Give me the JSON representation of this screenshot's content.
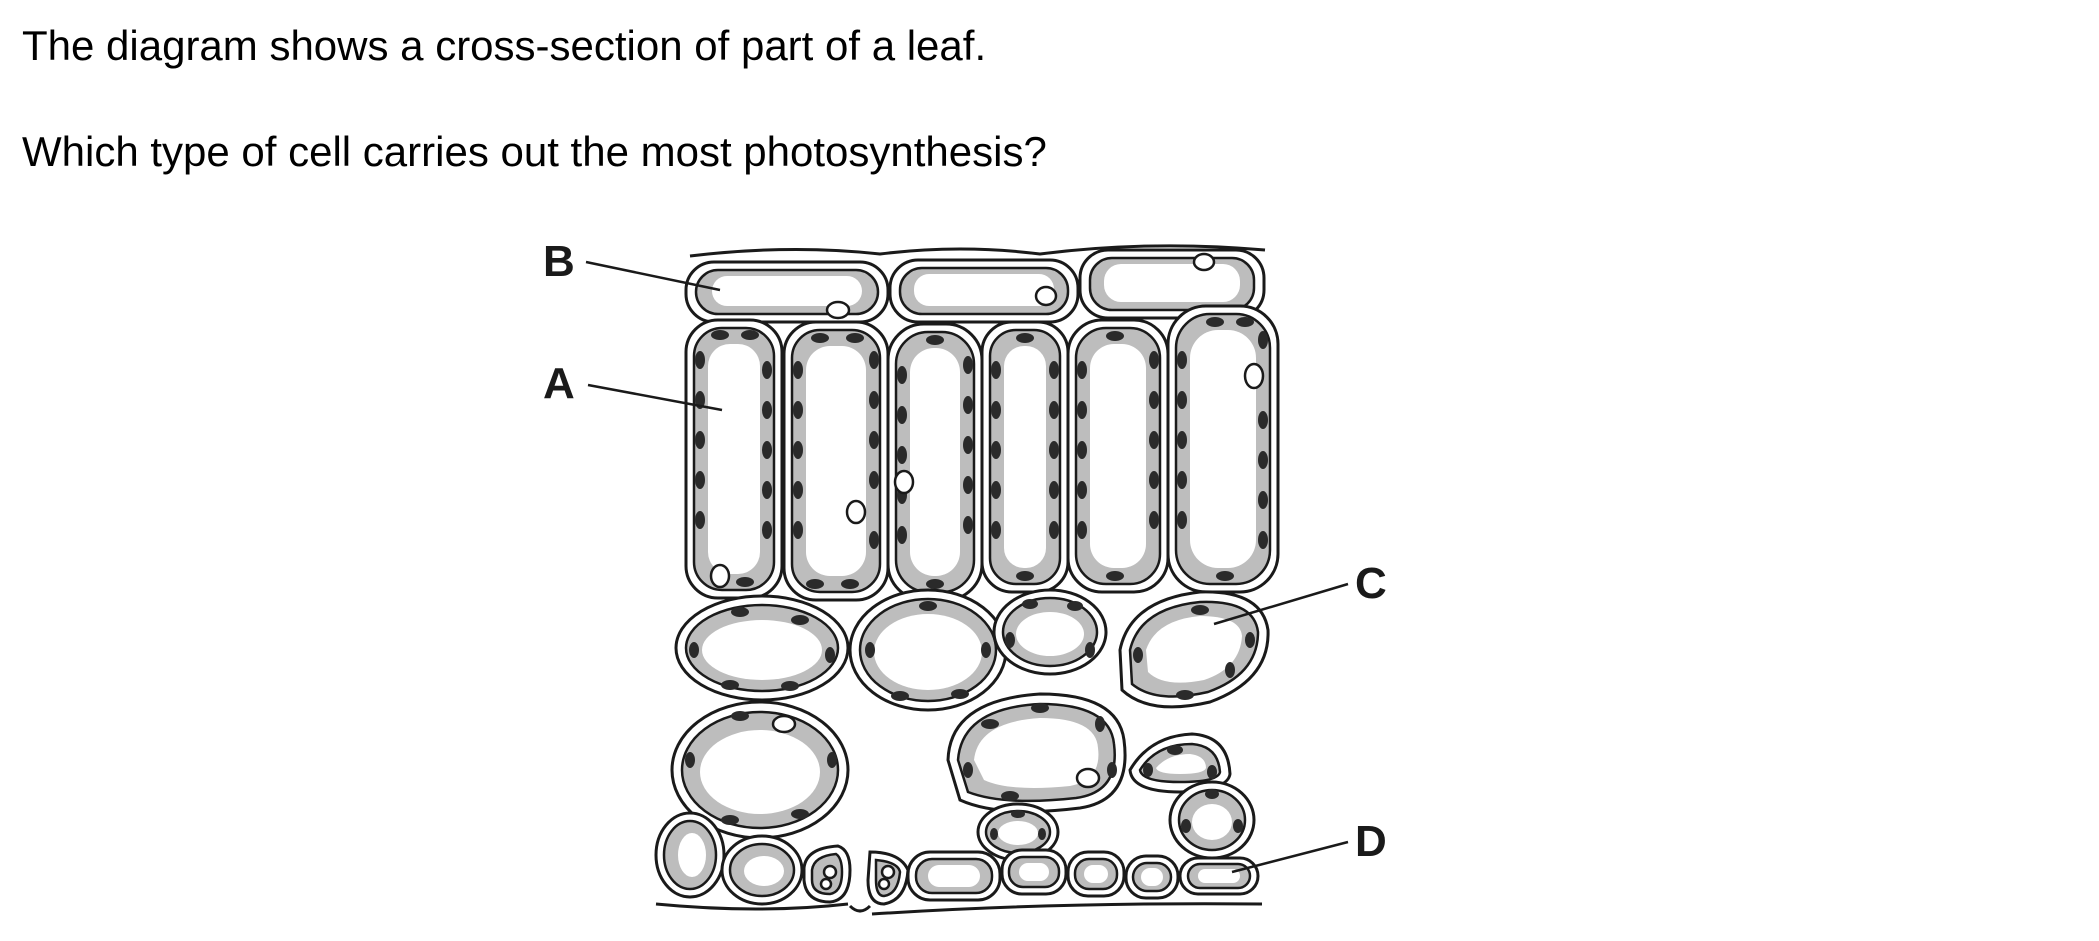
{
  "question": {
    "stem": "The diagram shows a cross-section of part of a leaf.",
    "prompt": "Which type of cell carries out the most photosynthesis?"
  },
  "diagram": {
    "labels": {
      "a": "A",
      "b": "B",
      "c": "C",
      "d": "D"
    }
  }
}
